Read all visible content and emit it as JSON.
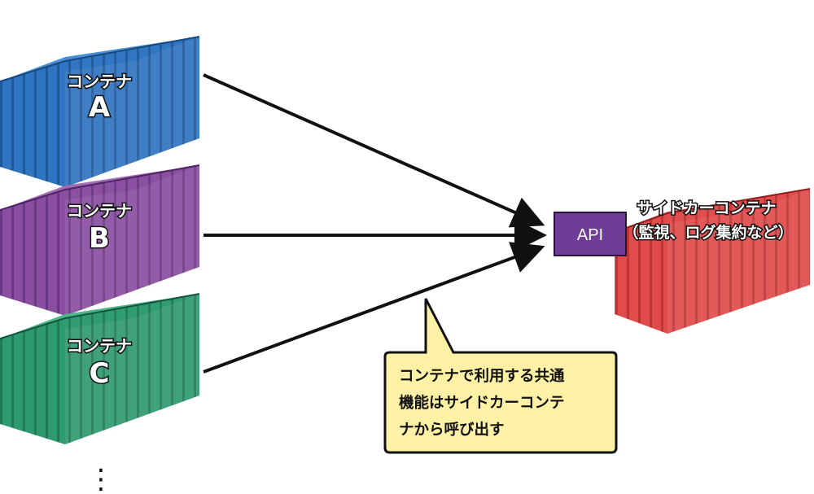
{
  "containers": [
    {
      "label": "コンテナ",
      "letter": "A",
      "color": "#2f74c0"
    },
    {
      "label": "コンテナ",
      "letter": "B",
      "color": "#8a4ea0"
    },
    {
      "label": "コンテナ",
      "letter": "C",
      "color": "#2e9a72"
    }
  ],
  "ellipsis": "⋮",
  "sidecar": {
    "label_line1": "サイドカーコンテナ",
    "label_line2": "（監視、ログ集約など）",
    "color": "#e14b4b"
  },
  "api": {
    "label": "API",
    "color": "#6f3d96"
  },
  "callout": {
    "lines": [
      "コンテナで利用する共通",
      "機能はサイドカーコンテ",
      "ナから呼び出す"
    ],
    "color": "#fdf1a6"
  }
}
